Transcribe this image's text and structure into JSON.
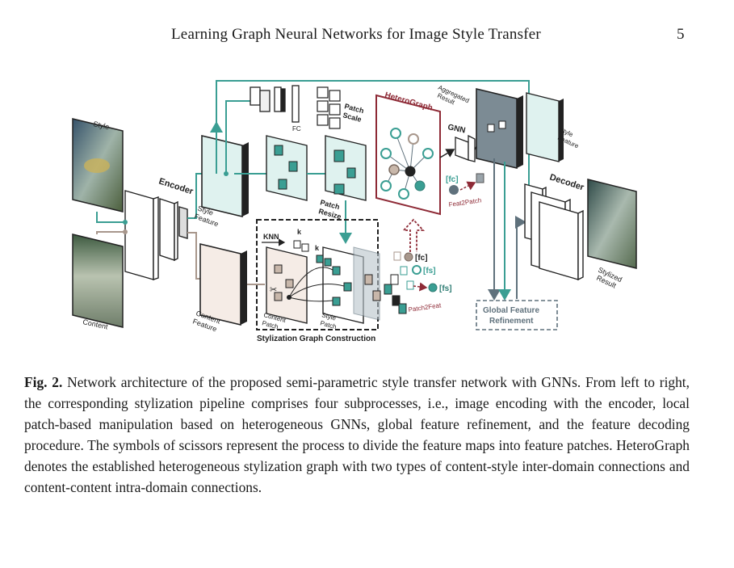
{
  "header": {
    "running_title": "Learning Graph Neural Networks for Image Style Transfer",
    "page_number": "5"
  },
  "figure": {
    "labels": {
      "style": "Style",
      "content": "Content",
      "encoder": "Encoder",
      "style_feature_1": "Style",
      "style_feature_2": "Feature",
      "content_feature_1": "Content",
      "content_feature_2": "Feature",
      "fc": "FC",
      "patch_scale_1": "Patch",
      "patch_scale_2": "Scale",
      "patch_resize_1": "Patch",
      "patch_resize_2": "Resize",
      "heterograph": "HeteroGraph",
      "aggregated_1": "Aggregated",
      "aggregated_2": "Result",
      "gnn": "GNN",
      "fc_symbol": "[fc]",
      "feat2patch": "Feat2Patch",
      "style_feature_r1": "Style",
      "style_feature_r2": "Feature",
      "decoder": "Decoder",
      "stylized_1": "Stylized",
      "stylized_2": "Result",
      "knn": "KNN",
      "k1": "k",
      "k2": "k",
      "content_patch_1": "Content",
      "content_patch_2": "Patch",
      "style_patch_1": "Style",
      "style_patch_2": "Patch",
      "fc_label": "[fc]",
      "fs_label_1": "[fs]",
      "fs_label_2": "[fs]",
      "patch2feat": "Patch2Feat",
      "sgc": "Stylization Graph Construction",
      "gfr_1": "Global Feature",
      "gfr_2": "Refinement"
    },
    "colors": {
      "teal": "#3a9e93",
      "teal_light": "#dff2ef",
      "tan": "#a8978c",
      "tan_light": "#f5ece6",
      "maroon": "#8e2a36",
      "slate": "#5f717c",
      "dark": "#1e1e1e"
    }
  },
  "caption": {
    "label": "Fig. 2.",
    "text": "Network architecture of the proposed semi-parametric style transfer network with GNNs. From left to right, the corresponding stylization pipeline comprises four subprocesses, i.e., image encoding with the encoder, local patch-based manipulation based on heterogeneous GNNs, global feature refinement, and the feature decoding procedure. The symbols of scissors represent the process to divide the feature maps into feature patches. HeteroGraph denotes the established heterogeneous stylization graph with two types of content-style inter-domain connections and content-content intra-domain connections."
  }
}
